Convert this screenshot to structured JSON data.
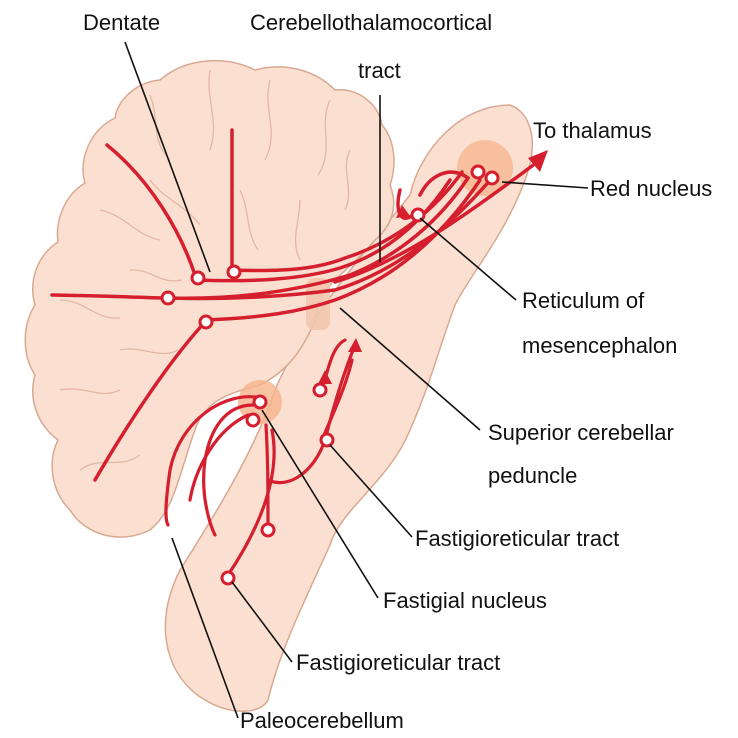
{
  "labels": {
    "dentate": "Dentate",
    "ctc_line1": "Cerebellothalamocortical",
    "ctc_line2": "tract",
    "to_thalamus": "To thalamus",
    "red_nucleus": "Red nucleus",
    "reticulum_line1": "Reticulum of",
    "reticulum_line2": "mesencephalon",
    "scp_line1": "Superior cerebellar",
    "scp_line2": "peduncle",
    "fastigioreticular_upper": "Fastigioreticular tract",
    "fastigial_nucleus": "Fastigial nucleus",
    "fastigioreticular_lower": "Fastigioreticular tract",
    "paleocerebellum": "Paleocerebellum"
  },
  "colors": {
    "tissue_fill": "#fbe0d2",
    "tissue_stroke": "#d9a892",
    "tract": "#d51f2e",
    "nucleus_glow": "#f6b48c",
    "leader": "#111111"
  }
}
